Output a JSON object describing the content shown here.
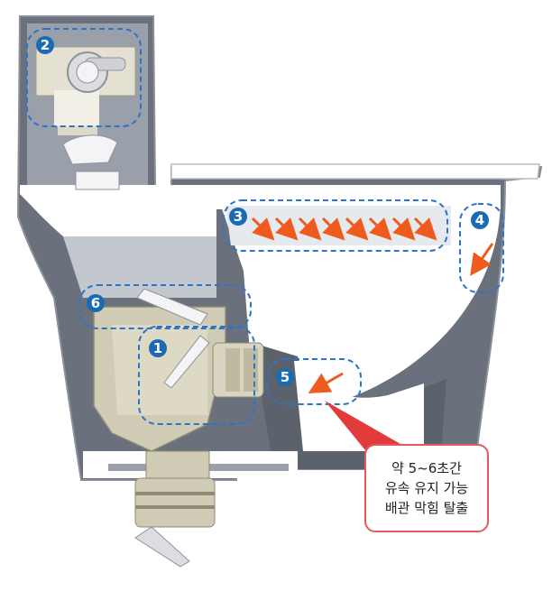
{
  "colors": {
    "shell_outline": "#8a8f99",
    "shell_fill": "#6b717c",
    "tank_inner": "#9aa0aa",
    "white_body": "#ffffff",
    "bowl_shadow": "#d7dbe0",
    "pipe_beige": "#cfcbb5",
    "pipe_dark": "#8f8a72",
    "marker_blue": "#1a6bb3",
    "dash_blue": "#2c74c9",
    "arrow_orange": "#ef5a1f",
    "callout_red": "#e23b3b"
  },
  "markers": [
    {
      "id": "1",
      "label": "1",
      "icon": "number-badge"
    },
    {
      "id": "2",
      "label": "2",
      "icon": "number-badge"
    },
    {
      "id": "3",
      "label": "3",
      "icon": "number-badge"
    },
    {
      "id": "4",
      "label": "4",
      "icon": "number-badge"
    },
    {
      "id": "5",
      "label": "5",
      "icon": "number-badge"
    },
    {
      "id": "6",
      "label": "6",
      "icon": "number-badge"
    }
  ],
  "callout": {
    "lines": [
      "약 5~6초간",
      "유속 유지 가능",
      "배관 막힘 탈출"
    ]
  }
}
